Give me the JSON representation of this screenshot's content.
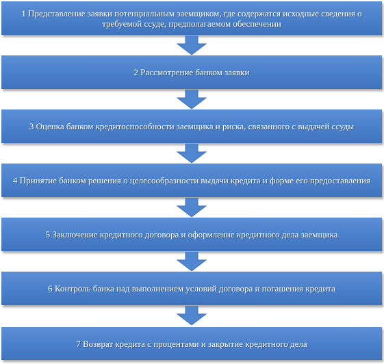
{
  "steps": [
    {
      "label": "1 Представление  заявки потенциальным заемщиком, где содержатся исходные сведения о требуемой ссуде, предполагаемом обеспечении"
    },
    {
      "label": "2 Рассмотрение  банком заявки"
    },
    {
      "label": "3 Оценка банком  кредитоспособности заемщика и риска, связанного с выдачей ссуды"
    },
    {
      "label": "4 Принятие  банком решения о целесообразности выдачи кредита и форме его предоставления"
    },
    {
      "label": "5 Заключение кредитного договора и оформление кредитного дела заемщика"
    },
    {
      "label": "6 Контроль  банка  над выполнением условий договора и погашения кредита"
    },
    {
      "label": "7 Возврат кредита с процентами и закрытие кредитного дела"
    }
  ],
  "colors": {
    "box_fill": "#4a7fca",
    "arrow_fill": "#4f86cf",
    "text": "#ffffff"
  }
}
